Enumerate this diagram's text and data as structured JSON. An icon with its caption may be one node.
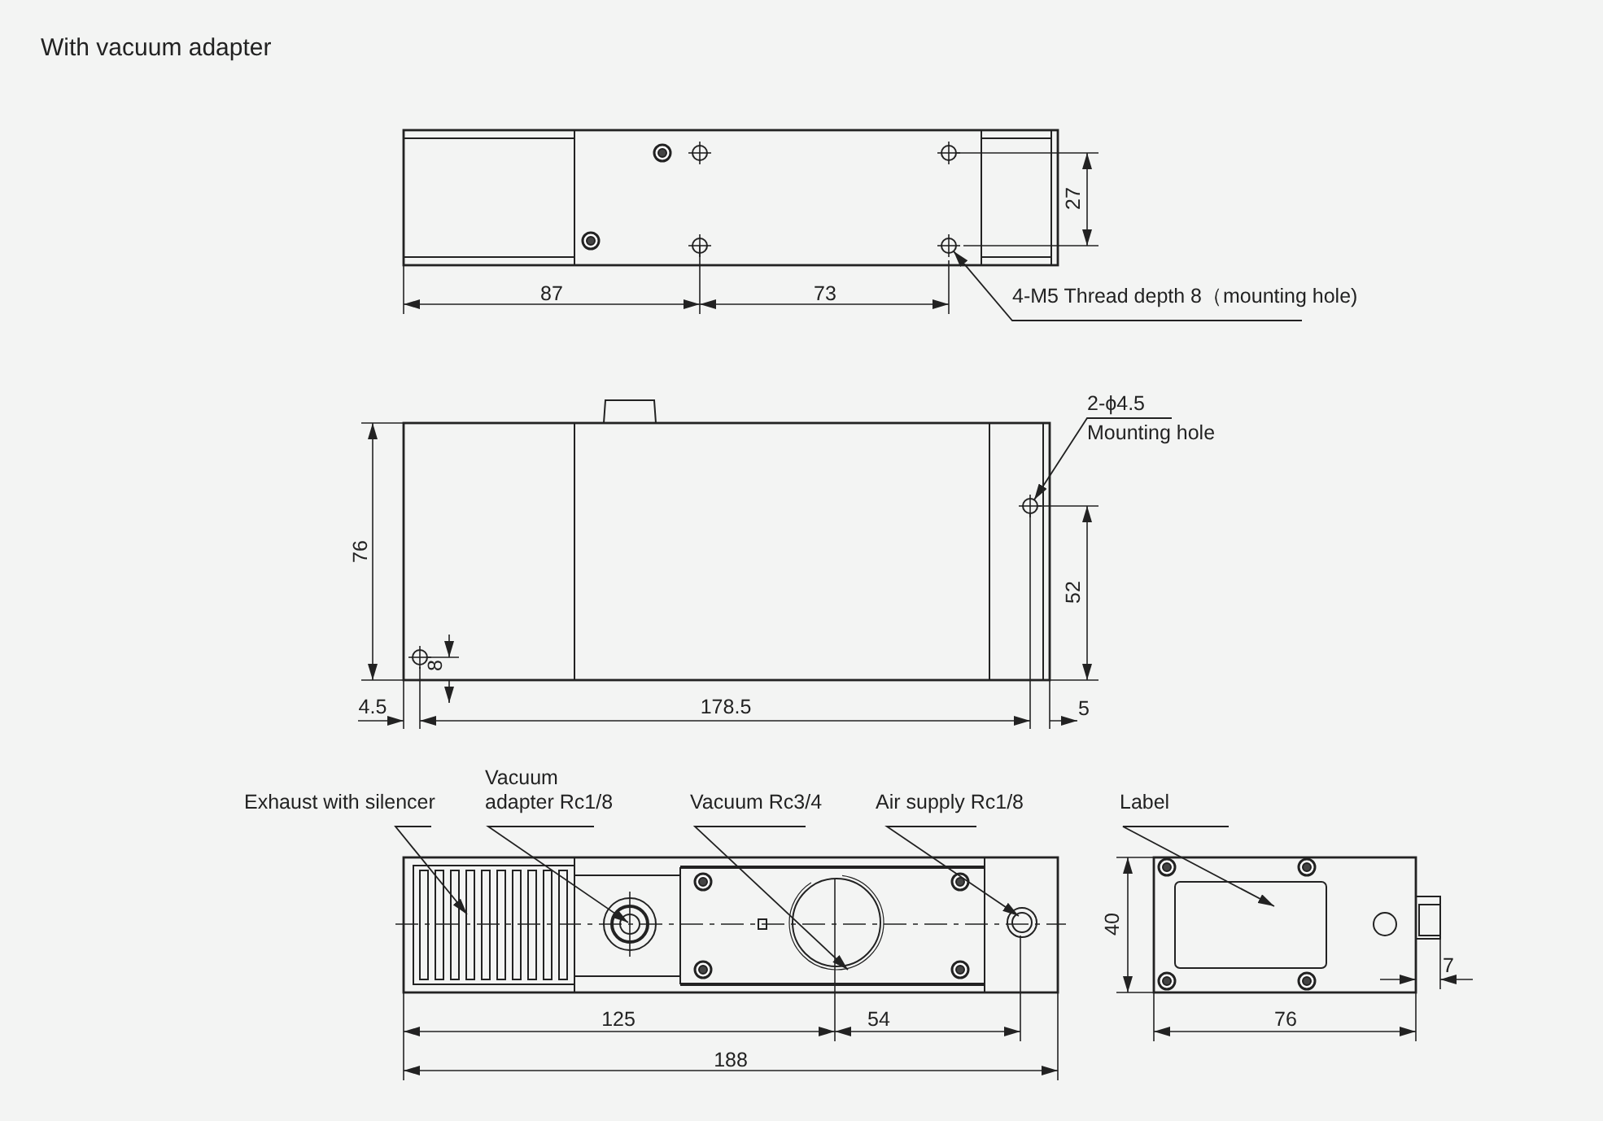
{
  "diagram": {
    "title": "With vacuum adapter",
    "nodes": [
      {
        "text": [
          "4-M5 Thread depth 8（mounting hole)"
        ]
      },
      {
        "text": [
          "2-ϕ4.5 Mounting hole"
        ]
      },
      {
        "text": [
          "Exhaust with silencer"
        ]
      },
      {
        "text": [
          "Vacuum adapter Rc1/8"
        ]
      },
      {
        "text": [
          "Vacuum Rc3/4"
        ]
      },
      {
        "text": [
          "Air supply Rc1/8"
        ]
      },
      {
        "text": [
          "Label"
        ]
      },
      {
        "text": [],
        "shape": "circle"
      },
      {
        "text": [],
        "shape": "circle"
      }
    ],
    "edges": [
      {
        "from": 0,
        "to": 7,
        "arrow": "to"
      },
      {
        "from": 1,
        "to": 8,
        "arrow": "to"
      },
      {
        "from": 2,
        "to": null,
        "arrow": "to"
      },
      {
        "from": 3,
        "to": null,
        "arrow": "to"
      },
      {
        "from": 4,
        "to": null,
        "arrow": "to"
      },
      {
        "from": 5,
        "to": null,
        "arrow": "to"
      },
      {
        "from": 6,
        "to": null,
        "arrow": "to"
      }
    ],
    "labels": [
      "27",
      "87",
      "73",
      "76",
      "52",
      "8",
      "4.5",
      "178.5",
      "5",
      "40",
      "7",
      "125",
      "54",
      "188",
      "76"
    ]
  }
}
